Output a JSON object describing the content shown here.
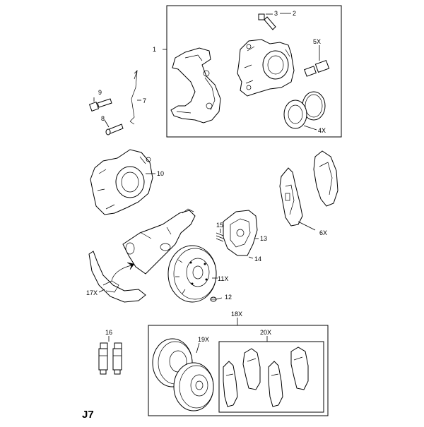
{
  "labels": {
    "p1": "1",
    "p2": "2",
    "p3": "3",
    "p4": "4X",
    "p5": "5X",
    "p6": "6X",
    "p7": "7",
    "p8": "8",
    "p9": "9",
    "p10": "10",
    "p11": "11X",
    "p12": "12",
    "p13": "13",
    "p14": "14",
    "p15": "15",
    "p16": "16",
    "p17": "17X",
    "p18": "18X",
    "p19": "19X",
    "p20": "20X"
  },
  "page_code": "J7",
  "colors": {
    "line": "#000000",
    "background": "#ffffff"
  }
}
